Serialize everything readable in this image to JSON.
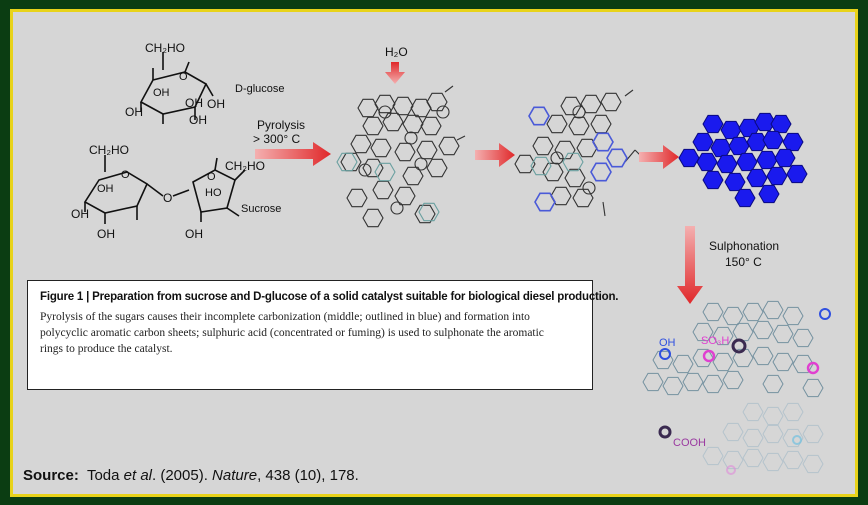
{
  "labels": {
    "d_glucose": "D-glucose",
    "sucrose": "Sucrose",
    "ch2ho_1": "CH₂HO",
    "ch2ho_2": "CH₂HO",
    "ch2ho_3": "CH₂HO",
    "h2o": "H₂O",
    "pyrolysis": "Pyrolysis",
    "pyrolysis_temp": "> 300° C",
    "sulphonation": "Sulphonation",
    "sulphonation_temp": "150° C",
    "oh": "OH",
    "so3h": "SO₃H",
    "cooh": "COOH"
  },
  "caption": {
    "title": "Figure 1 | Preparation from sucrose and D-glucose of a solid catalyst suitable for biological diesel production.",
    "line1": "Pyrolysis of the sugars causes their incomplete carbonization (middle; outlined in blue) and formation into",
    "line2": "polycyclic aromatic carbon sheets;  sulphuric acid (concentrated or fuming) is used to  sulphonate the aromatic",
    "line3": "rings to produce the catalyst."
  },
  "source": {
    "label": "Source:",
    "authors": "Toda ",
    "etal": "et al",
    "year": ". (2005). ",
    "journal": "Nature",
    "rest": ", 438 (10), 178."
  },
  "colors": {
    "frame_border": "#e8d31a",
    "outer_background": "#0b3d12",
    "panel_background": "#d6d6d6",
    "arrow_red": "#e0282a",
    "sheet_blue": "#1a1aee",
    "ring_outline_blue": "#4a5ad8",
    "so3h_magenta": "#e040d0",
    "oh_blue": "#3050e0"
  }
}
